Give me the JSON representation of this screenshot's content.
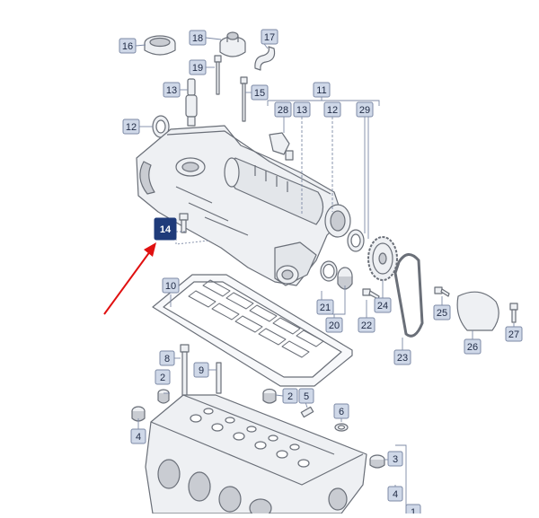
{
  "colors": {
    "callout_fill": "#cfd8e8",
    "callout_stroke": "#7d8aa6",
    "callout_text": "#1f2a44",
    "highlight_fill": "#1f3b7a",
    "highlight_text": "#ffffff",
    "arrow": "#e01010",
    "part_stroke": "#6a6f78",
    "part_fill": "#eef0f3",
    "part_shade": "#c9ccd2"
  },
  "highlighted_part": "14",
  "callouts": {
    "c16": "16",
    "c18": "18",
    "c17": "17",
    "c19": "19",
    "c13a": "13",
    "c15": "15",
    "c11": "11",
    "c28": "28",
    "c13b": "13",
    "c12a": "12",
    "c29": "29",
    "c12b": "12",
    "c14": "14",
    "c10": "10",
    "c21": "21",
    "c20": "20",
    "c22": "22",
    "c24": "24",
    "c25": "25",
    "c26": "26",
    "c27": "27",
    "c23": "23",
    "c8": "8",
    "c9": "9",
    "c2a": "2",
    "c2b": "2",
    "c5": "5",
    "c6": "6",
    "c4a": "4",
    "c3": "3",
    "c4b": "4",
    "c1": "1"
  }
}
